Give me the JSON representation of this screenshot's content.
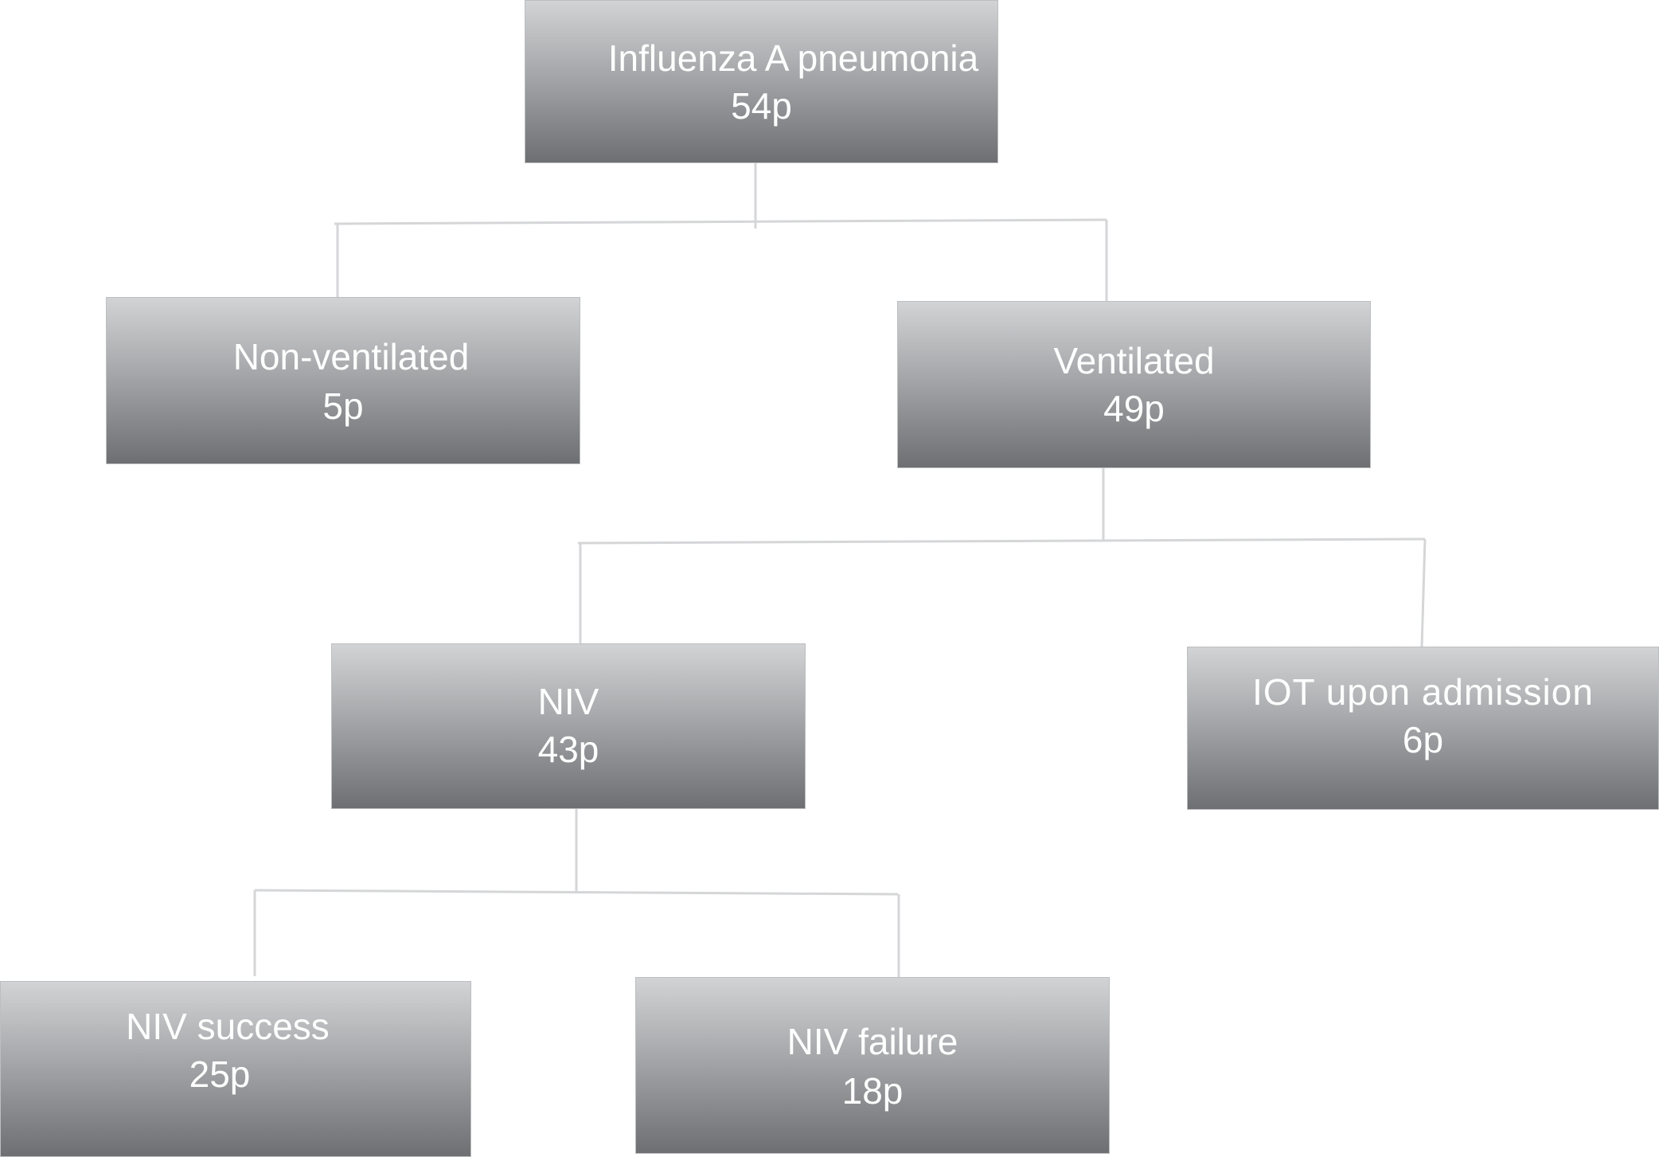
{
  "line_color": "#d5d6d8",
  "box_gradient": [
    "#d2d3d5",
    "#a6a7aa",
    "#6e6f72"
  ],
  "text_color": "#ffffff",
  "nodes": {
    "root": {
      "label": "Influenza A pneumonia",
      "count": "54p"
    },
    "non_ventilated": {
      "label": "Non-ventilated",
      "count": "5p"
    },
    "ventilated": {
      "label": "Ventilated",
      "count": "49p"
    },
    "niv": {
      "label": "NIV",
      "count": "43p"
    },
    "iot": {
      "label": "IOT upon admission",
      "count": "6p"
    },
    "niv_success": {
      "label": "NIV success",
      "count": "25p"
    },
    "niv_failure": {
      "label": "NIV failure",
      "count": "18p"
    }
  }
}
